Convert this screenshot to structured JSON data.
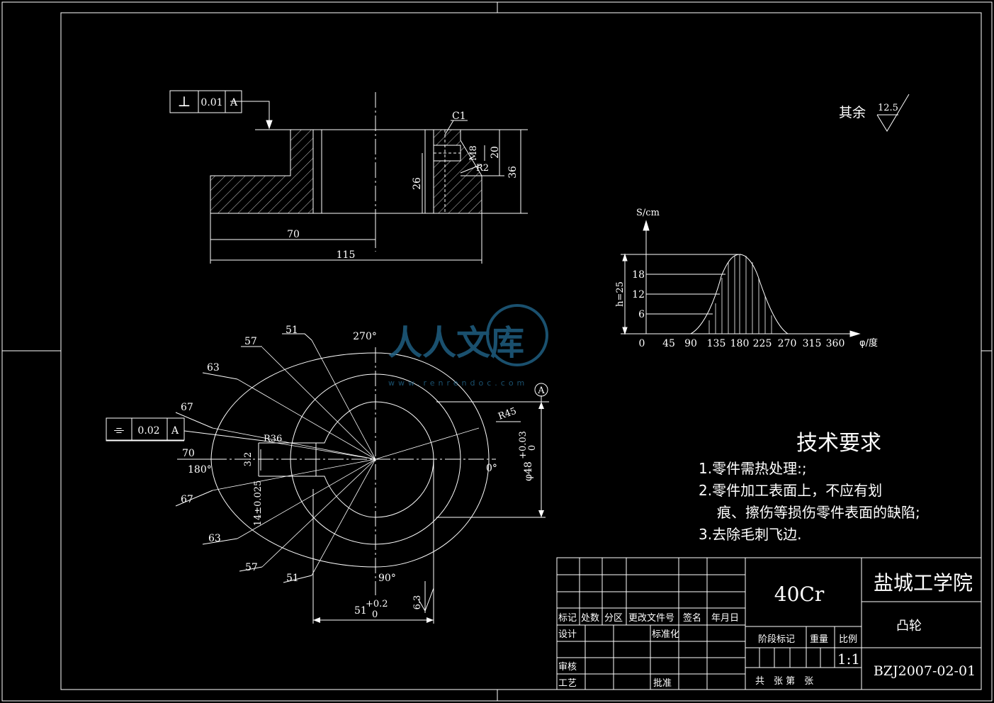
{
  "top_view": {
    "perpendicularity": {
      "symbol": "⊥",
      "tolerance": "0.01",
      "datum": "A"
    },
    "chamfer": "C1",
    "thread": "M8",
    "fillet": "R2",
    "dims": {
      "d20": "20",
      "d36": "36",
      "d26": "26",
      "d70": "70",
      "d115": "115"
    }
  },
  "surface_finish": {
    "label": "其余",
    "value": "12.5"
  },
  "cam_chart": {
    "y_axis_label": "S/cm",
    "x_axis_label": "φ/度",
    "y_ticks": [
      "18",
      "12",
      "6"
    ],
    "x_ticks": [
      "0",
      "45",
      "90",
      "135",
      "180",
      "225",
      "270",
      "315",
      "360"
    ],
    "h_label": "h=25"
  },
  "cam_view": {
    "angles": {
      "a270": "270°",
      "a180": "180°",
      "a0": "0°",
      "a90": "90°"
    },
    "radii_upper": [
      "51",
      "57",
      "63",
      "67"
    ],
    "radii_lower": [
      "67",
      "63",
      "57",
      "51"
    ],
    "r70": "70",
    "r36": "R36",
    "r45": "R45",
    "datum": "A",
    "symmetry": {
      "symbol": "⌯",
      "tolerance": "0.02",
      "datum": "A"
    },
    "keyway_width": "3.2",
    "keyway_slot": "14±0.025",
    "bore": "φ48",
    "bore_tol_upper": "+0.03",
    "bore_tol_lower": "0",
    "depth": "51",
    "depth_tol_upper": "+0.2",
    "depth_tol_lower": "0",
    "roughness": "6.3"
  },
  "tech_requirements": {
    "title": "技术要求",
    "items": [
      "1.零件需热处理:;",
      "2.零件加工表面上，不应有划",
      "痕、擦伤等损伤零件表面的缺陷;",
      "3.去除毛刺飞边."
    ]
  },
  "title_block": {
    "material": "40Cr",
    "school": "盐城工学院",
    "part_name": "凸轮",
    "drawing_no": "BZJ2007-02-01",
    "headers": [
      "标记",
      "处数",
      "分区",
      "更改文件号",
      "签名",
      "年月日"
    ],
    "design": "设计",
    "standardize": "标准化",
    "check": "审核",
    "process": "工艺",
    "approve": "批准",
    "stage_mark": "阶段标记",
    "weight": "重量",
    "scale_label": "比例",
    "scale": "1:1",
    "sheet_info": "共　张 第　张"
  },
  "watermark": {
    "text": "人人文库",
    "url": "www.renrendoc.com"
  },
  "colors": {
    "background": "#000000",
    "line": "#ffffff",
    "watermark": "#1f5f82"
  }
}
